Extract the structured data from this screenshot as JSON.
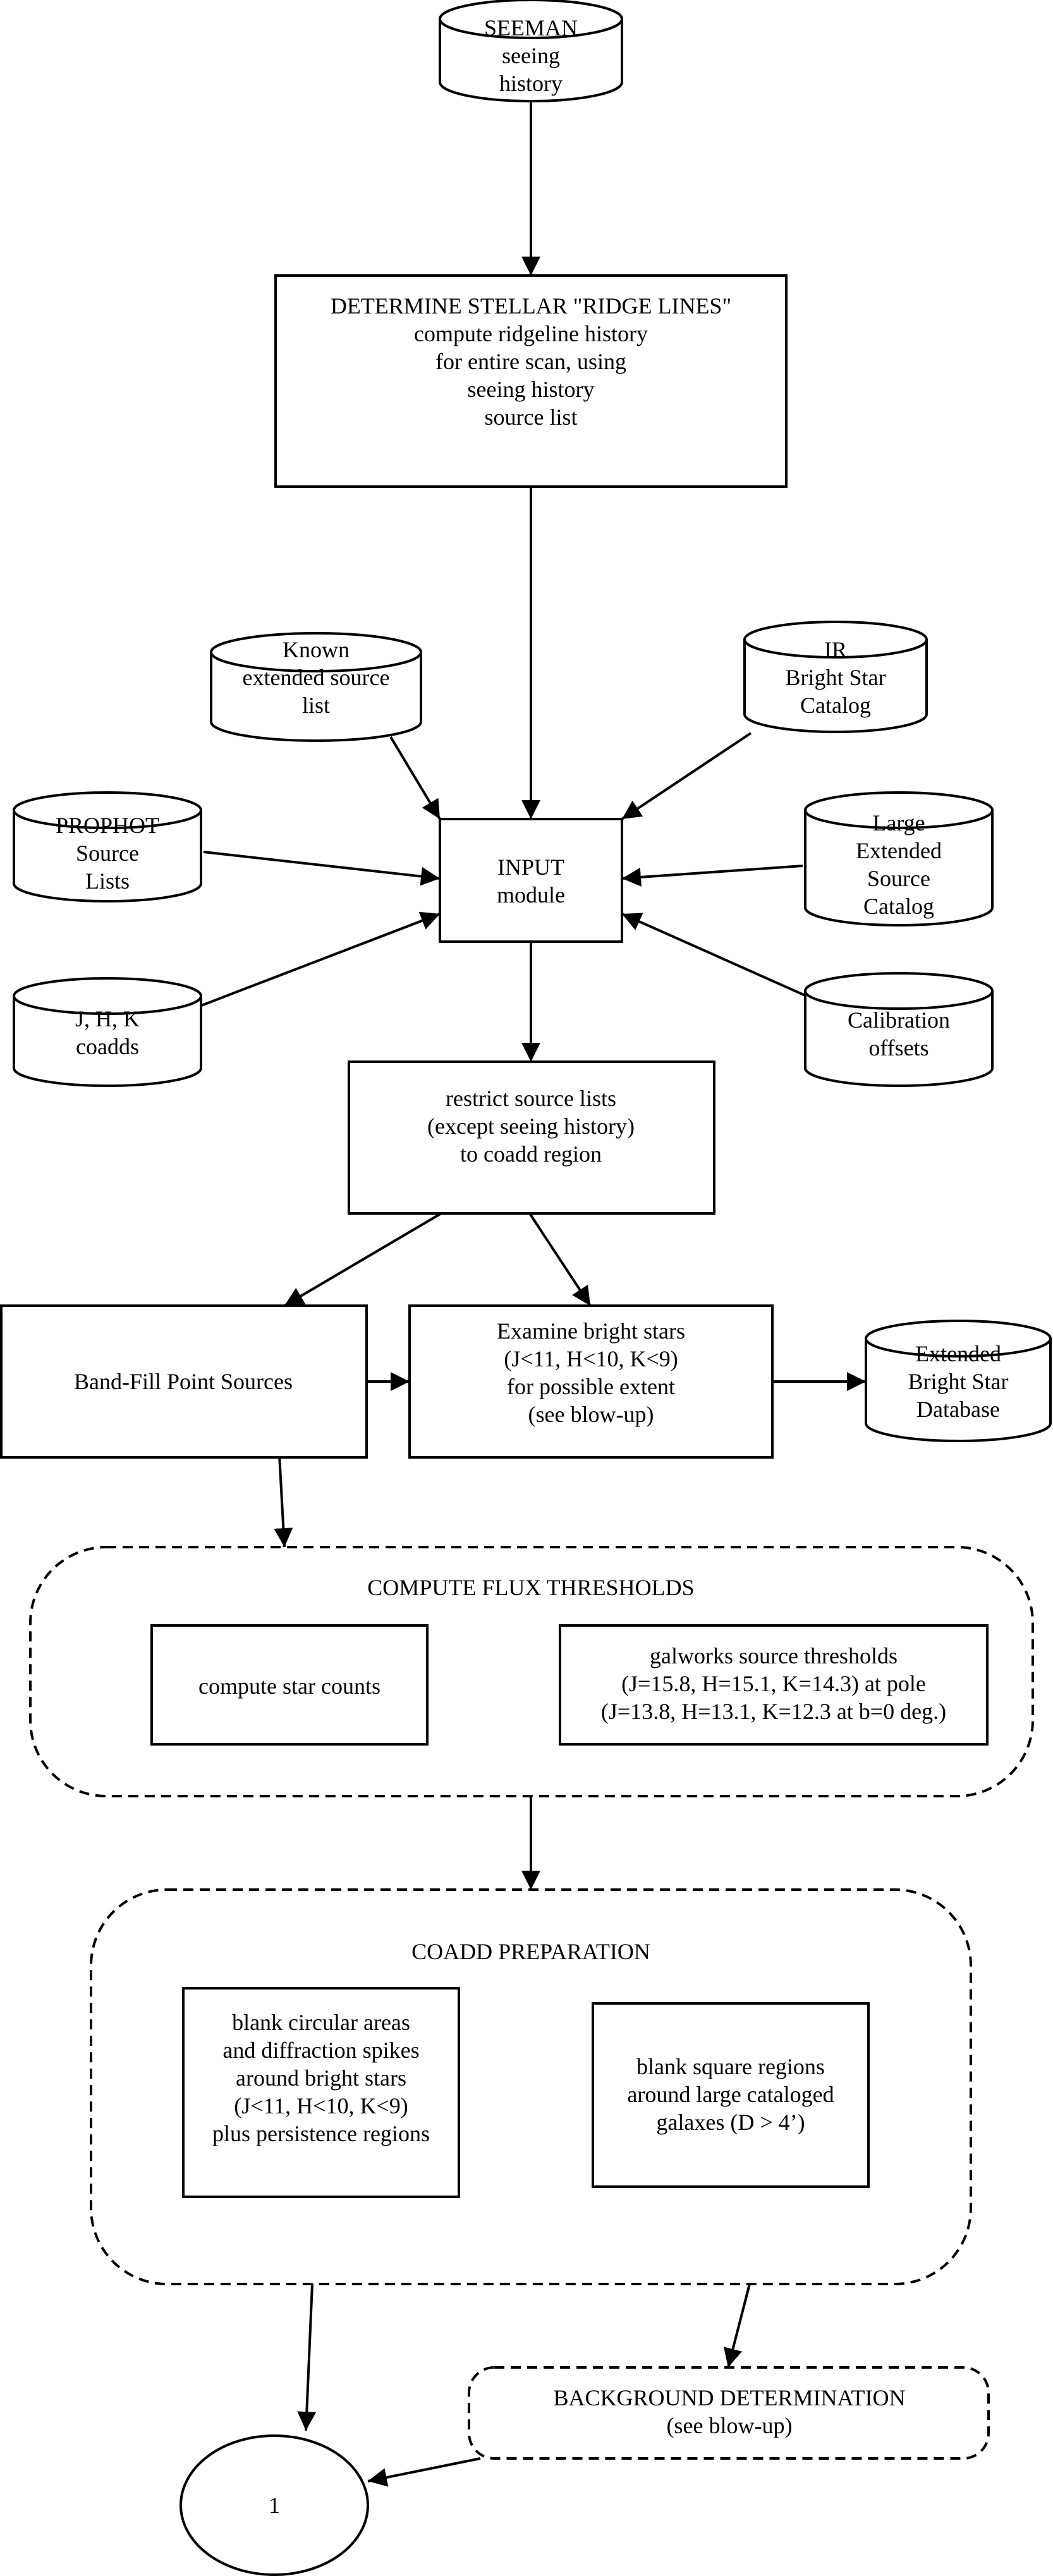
{
  "nodes": {
    "seeman": [
      "SEEMAN",
      "seeing",
      "history"
    ],
    "ridge": [
      "DETERMINE STELLAR \"RIDGE LINES\"",
      "compute ridgeline history",
      "for entire scan, using",
      "seeing history",
      "source list"
    ],
    "known": [
      "Known",
      "extended source",
      "list"
    ],
    "ir": [
      "IR",
      "Bright Star",
      "Catalog"
    ],
    "prophot": [
      "PROPHOT",
      "Source",
      "Lists"
    ],
    "input": [
      "INPUT",
      "module"
    ],
    "large": [
      "Large",
      "Extended",
      "Source",
      "Catalog"
    ],
    "jhk": [
      "J, H, K",
      "coadds"
    ],
    "calib": [
      "Calibration",
      "offsets"
    ],
    "restrict": [
      "restrict source lists",
      "(except seeing history)",
      "to coadd region"
    ],
    "bandfill": [
      "Band-Fill Point Sources"
    ],
    "examine": [
      "Examine bright stars",
      "(J<11, H<10, K<9)",
      "for possible extent",
      "(see blow-up)"
    ],
    "extended_db": [
      "Extended",
      "Bright Star",
      "Database"
    ],
    "flux_title": [
      "COMPUTE FLUX THRESHOLDS"
    ],
    "star_counts": [
      "compute star counts"
    ],
    "galworks": [
      "galworks source thresholds",
      "(J=15.8, H=15.1, K=14.3) at pole",
      "(J=13.8, H=13.1, K=12.3 at b=0 deg.)"
    ],
    "coadd_title": [
      "COADD PREPARATION"
    ],
    "blank_circ": [
      "blank circular areas",
      "and diffraction spikes",
      "around bright stars",
      "(J<11, H<10, K<9)",
      "plus persistence regions"
    ],
    "blank_sq": [
      "blank square regions",
      "around large cataloged",
      "galaxes (D > 4’)"
    ],
    "background": [
      "BACKGROUND DETERMINATION",
      "(see blow-up)"
    ],
    "terminal": [
      "1"
    ]
  }
}
